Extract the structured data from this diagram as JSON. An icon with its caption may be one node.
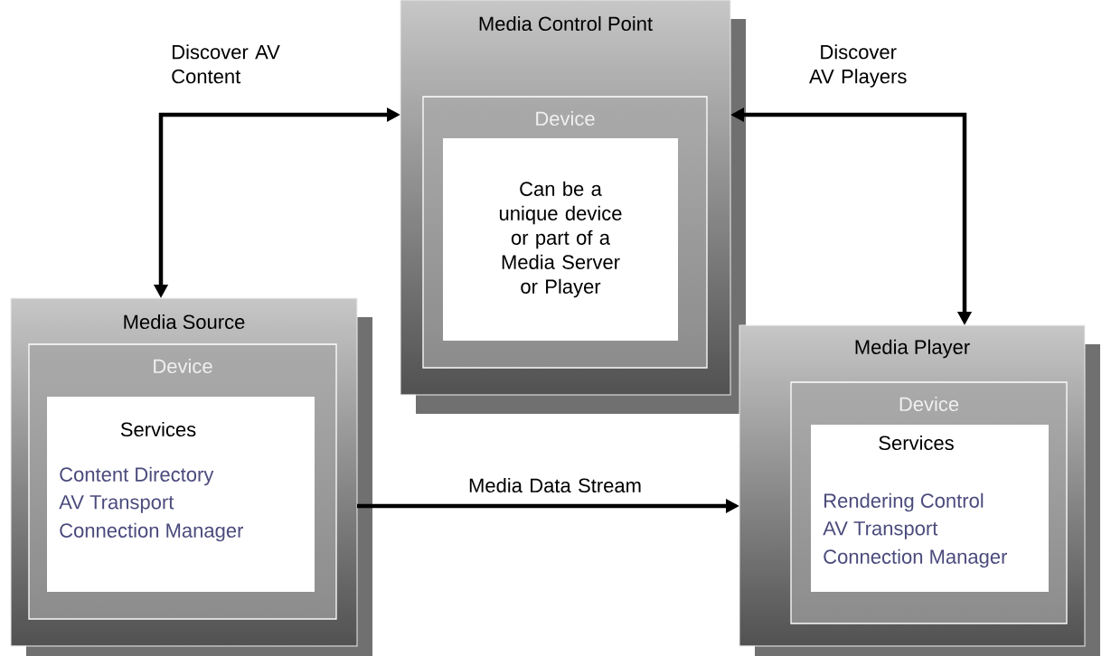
{
  "diagram": {
    "nodes": [
      {
        "text": [
          "Media Control Point"
        ]
      },
      {
        "text": [
          "Device"
        ],
        "in": 0
      },
      {
        "text": [
          "Can be a unique device or part of a Media Server or Player"
        ],
        "in": 1
      },
      {
        "text": [
          "Media Source"
        ]
      },
      {
        "text": [
          "Device"
        ],
        "in": 3
      },
      {
        "text": [
          "Services",
          "Content Directory",
          "AV Transport",
          "Connection Manager"
        ],
        "in": 4
      },
      {
        "text": [
          "Media Player"
        ]
      },
      {
        "text": [
          "Device"
        ],
        "in": 6
      },
      {
        "text": [
          "Services",
          "Rendering Control",
          "AV Transport",
          "Connection Manager"
        ],
        "in": 7
      }
    ],
    "edges": [
      {
        "from": 3,
        "to": 0,
        "arrow": "both",
        "label": "Discover AV Content"
      },
      {
        "from": 0,
        "to": 6,
        "arrow": "both",
        "label": "Discover AV Players"
      },
      {
        "from": 3,
        "to": 6,
        "arrow": "to",
        "label": "Media Data Stream"
      }
    ]
  }
}
